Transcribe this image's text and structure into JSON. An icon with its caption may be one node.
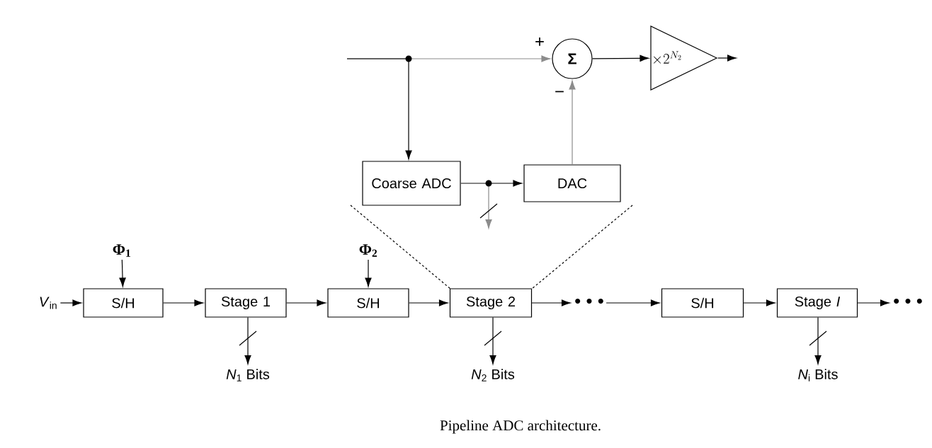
{
  "diagram": {
    "caption": "Pipeline ADC architecture.",
    "nodes": [
      {
        "text": [
          "*V*$_{in}$"
        ]
      },
      {
        "text": [
          "S/H"
        ]
      },
      {
        "text": [
          "Stage 1"
        ]
      },
      {
        "text": [
          "S/H"
        ]
      },
      {
        "text": [
          "Stage 2"
        ]
      },
      {
        "text": [
          "• • •"
        ]
      },
      {
        "text": [
          "S/H"
        ]
      },
      {
        "text": [
          "Stage *I*"
        ]
      },
      {
        "text": [
          "• • •"
        ]
      },
      {
        "text": [
          "Φ$_{1}$"
        ]
      },
      {
        "text": [
          "Φ$_{2}$"
        ]
      },
      {
        "text": [
          "*N*$_{1}$ Bits"
        ]
      },
      {
        "text": [
          "*N*$_{2}$ Bits"
        ]
      },
      {
        "text": [
          "*N*$_{i}$ Bits"
        ]
      },
      {
        "text": [
          "Coarse ADC"
        ]
      },
      {
        "text": [
          "DAC"
        ]
      },
      {
        "text": [
          "Σ"
        ]
      },
      {
        "text": [
          "\\times 2^{N_2}"
        ]
      }
    ],
    "edges": [
      {
        "from": 0,
        "to": 1,
        "arrow": "to"
      },
      {
        "from": 1,
        "to": 2,
        "arrow": "to"
      },
      {
        "from": 2,
        "to": 3,
        "arrow": "to"
      },
      {
        "from": 3,
        "to": 4,
        "arrow": "to"
      },
      {
        "from": 4,
        "to": 5,
        "arrow": "to"
      },
      {
        "from": 5,
        "to": 6,
        "arrow": "to"
      },
      {
        "from": 6,
        "to": 7,
        "arrow": "to"
      },
      {
        "from": 7,
        "to": 8,
        "arrow": "to"
      },
      {
        "from": 9,
        "to": 1,
        "arrow": "to"
      },
      {
        "from": 10,
        "to": 3,
        "arrow": "to"
      },
      {
        "from": 2,
        "to": 11,
        "arrow": "to"
      },
      {
        "from": 4,
        "to": 12,
        "arrow": "to"
      },
      {
        "from": 7,
        "to": 13,
        "arrow": "to"
      },
      {
        "from": null,
        "to": 16,
        "arrow": "to",
        "color": "#8c8c8c"
      },
      {
        "from": null,
        "to": 14,
        "arrow": "to"
      },
      {
        "from": 14,
        "to": 15,
        "arrow": "to"
      },
      {
        "from": 14,
        "to": null,
        "arrow": "to",
        "color": "#8c8c8c"
      },
      {
        "from": 15,
        "to": 16,
        "arrow": "to",
        "color": "#8c8c8c"
      },
      {
        "from": 16,
        "to": 17,
        "arrow": "to"
      },
      {
        "from": 17,
        "to": null,
        "arrow": "to"
      }
    ],
    "labels": [
      "+",
      "−"
    ]
  }
}
